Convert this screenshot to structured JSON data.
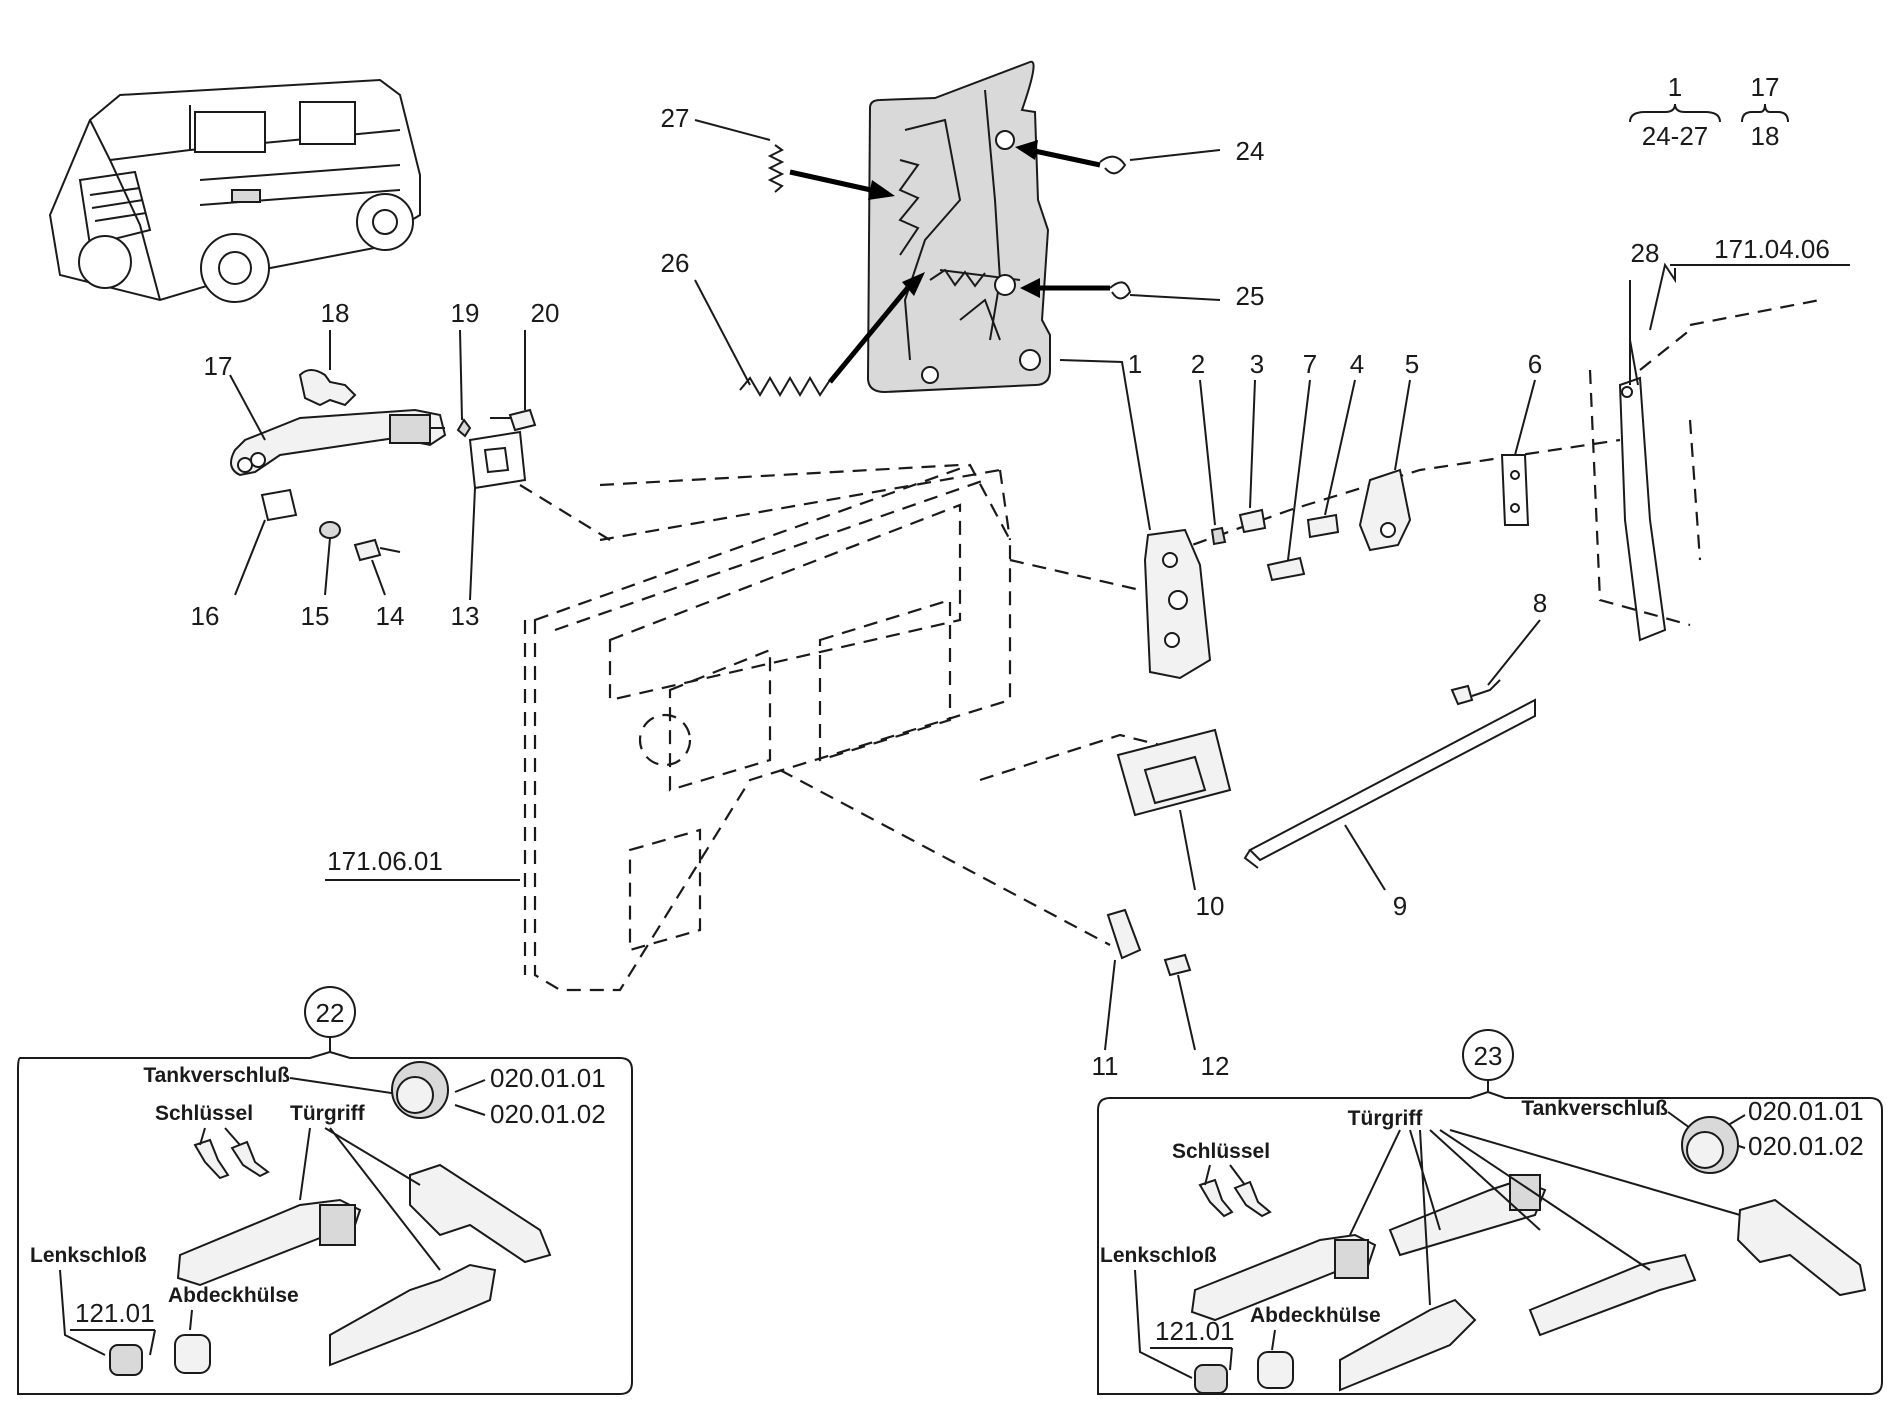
{
  "callouts": {
    "n1": "1",
    "n2": "2",
    "n3": "3",
    "n4": "4",
    "n5": "5",
    "n6": "6",
    "n7": "7",
    "n8": "8",
    "n9": "9",
    "n10": "10",
    "n11": "11",
    "n12": "12",
    "n13": "13",
    "n14": "14",
    "n15": "15",
    "n16": "16",
    "n17": "17",
    "n18": "18",
    "n19": "19",
    "n20": "20",
    "n24": "24",
    "n25": "25",
    "n26": "26",
    "n27": "27",
    "n28": "28"
  },
  "references": {
    "ref_door_top": "171.04.06",
    "ref_door_panel": "171.06.01"
  },
  "legend": {
    "group1_top": "1",
    "group1_bottom": "24-27",
    "group2_top": "17",
    "group2_bottom": "18"
  },
  "kit22": {
    "number": "22",
    "tank_cap": "Tankverschluß",
    "ref_a": "020.01.01",
    "ref_b": "020.01.02",
    "key": "Schlüssel",
    "handle": "Türgriff",
    "steering_lock": "Lenkschloß",
    "steering_ref": "121.01",
    "cover_sleeve": "Abdeckhülse"
  },
  "kit23": {
    "number": "23",
    "tank_cap": "Tankverschluß",
    "ref_a": "020.01.01",
    "ref_b": "020.01.02",
    "key": "Schlüssel",
    "handle": "Türgriff",
    "steering_lock": "Lenkschloß",
    "steering_ref": "121.01",
    "cover_sleeve": "Abdeckhülse"
  }
}
